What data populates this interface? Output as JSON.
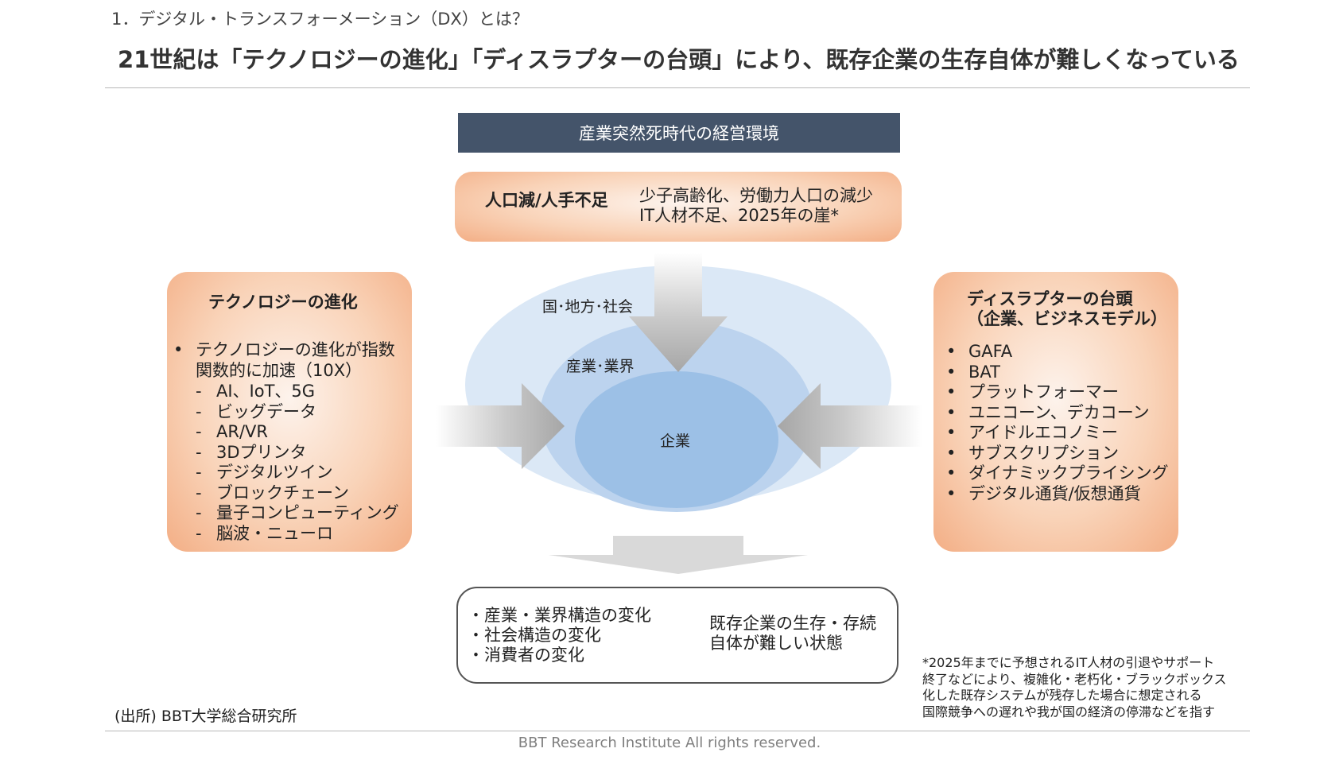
{
  "section_title": "1．デジタル・トランスフォーメーション（DX）とは？",
  "headline": "21世紀は「テクノロジーの進化」「ディスラプターの台頭」により、既存企業の生存自体が難しくなっている",
  "environment_header": "産業突然死時代の経営環境",
  "top_box": {
    "title": "人口減/人手不足",
    "lines": [
      "少子高齢化、労働力人口の減少",
      "IT人材不足、2025年の崖*"
    ]
  },
  "left_box": {
    "title": "テクノロジーの進化",
    "bullet_lines": [
      "テクノロジーの進化が指数",
      "関数的に加速（10X）"
    ],
    "bullet_mark": "•",
    "sub_mark": "-",
    "sub_items": [
      "AI、IoT、5G",
      "ビッグデータ",
      "AR/VR",
      "3Dプリンタ",
      "デジタルツイン",
      "ブロックチェーン",
      "量子コンピューティング",
      "脳波・ニューロ"
    ]
  },
  "right_box": {
    "title_lines": [
      "ディスラプターの台頭",
      "（企業、ビジネスモデル）"
    ],
    "bullet_mark": "•",
    "items": [
      "GAFA",
      "BAT",
      "プラットフォーマー",
      "ユニコーン、デカコーン",
      "アイドルエコノミー",
      "サブスクリプション",
      "ダイナミックプライシング",
      "デジタル通貨/仮想通貨"
    ]
  },
  "layers": {
    "outer": "国･地方･社会",
    "middle": "産業･業界",
    "inner": "企業"
  },
  "result": {
    "changes": [
      "・産業・業界構造の変化",
      "・社会構造の変化",
      "・消費者の変化"
    ],
    "outcome_lines": [
      "既存企業の生存・存続",
      "自体が難しい状態"
    ]
  },
  "footnote_lines": [
    "*2025年までに予想されるIT人材の引退やサポート",
    "終了などにより、複雑化・老朽化・ブラックボックス",
    "化した既存システムが残存した場合に想定される",
    "国際競争への遅れや我が国の経済の停滞などを指す"
  ],
  "source": "(出所) BBT大学総合研究所",
  "copyright": "BBT Research Institute All rights reserved.",
  "colors": {
    "header_bg": "#44546a",
    "box_peach": "#f3ae85",
    "outer_ellipse": "#dbe8f6",
    "middle_ellipse": "#bcd3ee",
    "inner_ellipse": "#9cc0e6",
    "red_arrow": "#c00000"
  }
}
